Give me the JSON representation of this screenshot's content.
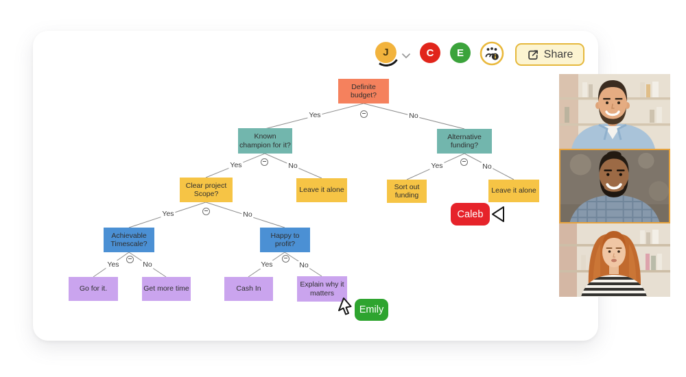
{
  "header": {
    "share": {
      "label": "Share"
    },
    "avatars": [
      {
        "initial": "J",
        "color": "#F2B33D"
      },
      {
        "initial": "C",
        "color": "#E1251B"
      },
      {
        "initial": "E",
        "color": "#3BA33B"
      }
    ]
  },
  "tree": {
    "yes": "Yes",
    "no": "No",
    "nodes": [
      {
        "label": "Definite budget?",
        "color": "#F5815D"
      },
      {
        "label": "Known champion for it?",
        "color": "#72B6AD"
      },
      {
        "label": "Alternative funding?",
        "color": "#72B6AD"
      },
      {
        "label": "Clear project Scope?",
        "color": "#F6C445"
      },
      {
        "label": "Leave it alone",
        "color": "#F6C445"
      },
      {
        "label": "Sort out funding",
        "color": "#F6C445"
      },
      {
        "label": "Leave it alone",
        "color": "#F6C445"
      },
      {
        "label": "Achievable Timescale?",
        "color": "#4B90D4"
      },
      {
        "label": "Happy to profit?",
        "color": "#4B90D4"
      },
      {
        "label": "Go for it.",
        "color": "#CAA4EE"
      },
      {
        "label": "Get more time",
        "color": "#CAA4EE"
      },
      {
        "label": "Cash In",
        "color": "#CAA4EE"
      },
      {
        "label": "Explain why it matters",
        "color": "#CAA4EE"
      }
    ]
  },
  "cursors": [
    {
      "name": "Caleb",
      "color": "#E6232A"
    },
    {
      "name": "Emily",
      "color": "#2EA42F"
    }
  ],
  "video_call": {
    "active_border": "#E8A33D"
  }
}
